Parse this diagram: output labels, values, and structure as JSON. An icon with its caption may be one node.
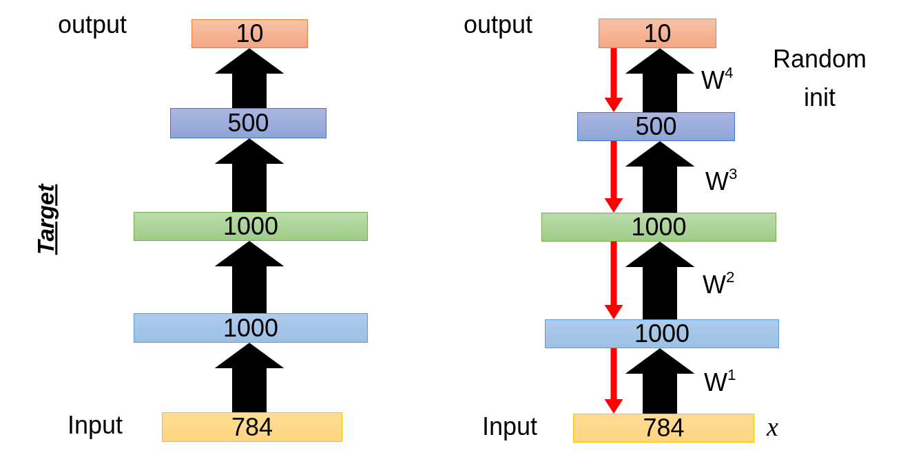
{
  "diagram": {
    "nodes": [
      {
        "text": [
          "10"
        ],
        "beside": [
          "output"
        ]
      },
      {
        "text": [
          "500"
        ]
      },
      {
        "text": [
          "1000"
        ]
      },
      {
        "text": [
          "1000"
        ]
      },
      {
        "text": [
          "784"
        ],
        "beside": [
          "Input"
        ]
      },
      {
        "text": [
          "10"
        ],
        "beside": [
          "output"
        ]
      },
      {
        "text": [
          "500"
        ]
      },
      {
        "text": [
          "1000"
        ]
      },
      {
        "text": [
          "1000"
        ]
      },
      {
        "text": [
          "784"
        ],
        "beside": [
          "Input",
          "x"
        ]
      }
    ],
    "edges": [
      {
        "from": 1,
        "to": 0,
        "arrow": "to"
      },
      {
        "from": 2,
        "to": 1,
        "arrow": "to"
      },
      {
        "from": 3,
        "to": 2,
        "arrow": "to"
      },
      {
        "from": 4,
        "to": 3,
        "arrow": "to"
      },
      {
        "from": 6,
        "to": 5,
        "arrow": "to",
        "label": "W$^{4}$"
      },
      {
        "from": 7,
        "to": 6,
        "arrow": "to",
        "label": "W$^{3}$"
      },
      {
        "from": 8,
        "to": 7,
        "arrow": "to",
        "label": "W$^{2}$"
      },
      {
        "from": 9,
        "to": 8,
        "arrow": "to",
        "label": "W$^{1}$"
      },
      {
        "from": 5,
        "to": 6,
        "arrow": "to",
        "color": "#ff0000"
      },
      {
        "from": 6,
        "to": 7,
        "arrow": "to",
        "color": "#ff0000"
      },
      {
        "from": 7,
        "to": 8,
        "arrow": "to",
        "color": "#ff0000"
      },
      {
        "from": 8,
        "to": 9,
        "arrow": "to",
        "color": "#ff0000"
      }
    ],
    "labels": [
      "Random init",
      "Target"
    ]
  }
}
